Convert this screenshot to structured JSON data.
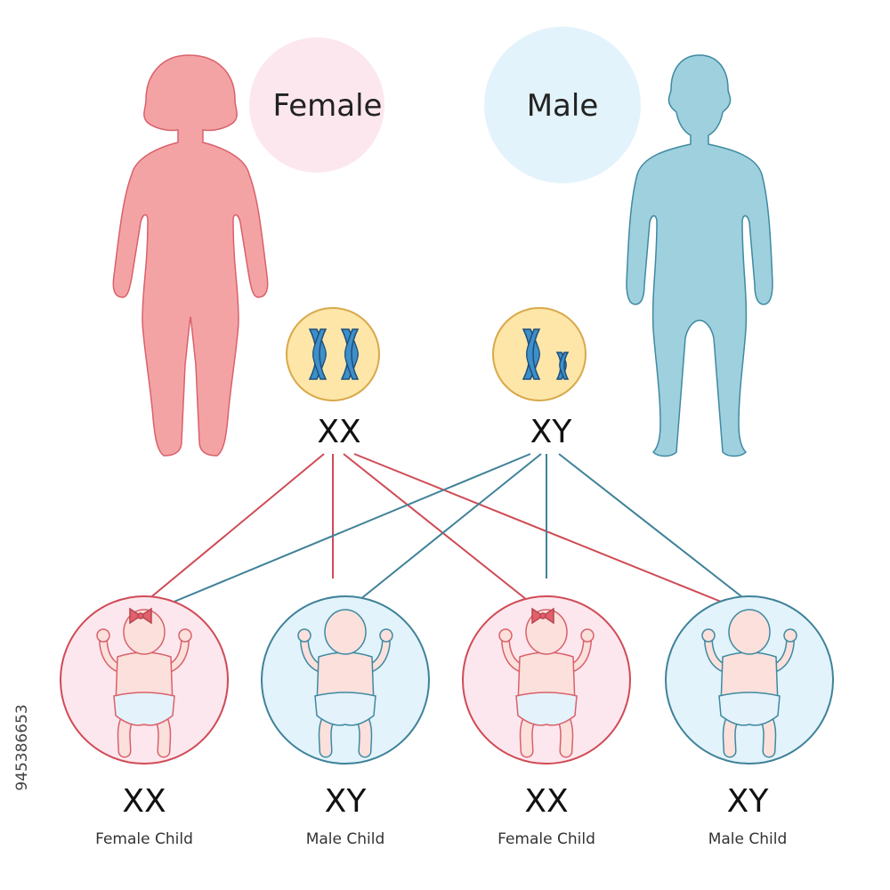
{
  "parents": {
    "female": {
      "label": "Female",
      "chromosomes": "XX"
    },
    "male": {
      "label": "Male",
      "chromosomes": "XY"
    }
  },
  "children": [
    {
      "code": "XX",
      "label": "Female Child"
    },
    {
      "code": "XY",
      "label": "Male Child"
    },
    {
      "code": "XX",
      "label": "Female Child"
    },
    {
      "code": "XY",
      "label": "Male Child"
    }
  ],
  "stock_id": "945386653",
  "colors": {
    "female_body": "#f4a3a5",
    "female_outline": "#d9616b",
    "female_bubble": "#fde7ee",
    "male_body": "#9fd0de",
    "male_outline": "#3f8aa2",
    "male_bubble": "#e3f3fb",
    "chromosome_circle": "#fde6a8",
    "chromosome_outline": "#d9a84a",
    "chromosome": "#3d8fc9",
    "female_line": "#cf4b55",
    "male_line": "#3f8299",
    "skin": "#fbe0dc",
    "diaper": "#e4f2fb",
    "bow": "#e2606c"
  },
  "icons": [
    "woman-silhouette",
    "man-silhouette",
    "chromosome-xx-icon",
    "chromosome-xy-icon",
    "baby-girl-icon",
    "baby-boy-icon"
  ]
}
